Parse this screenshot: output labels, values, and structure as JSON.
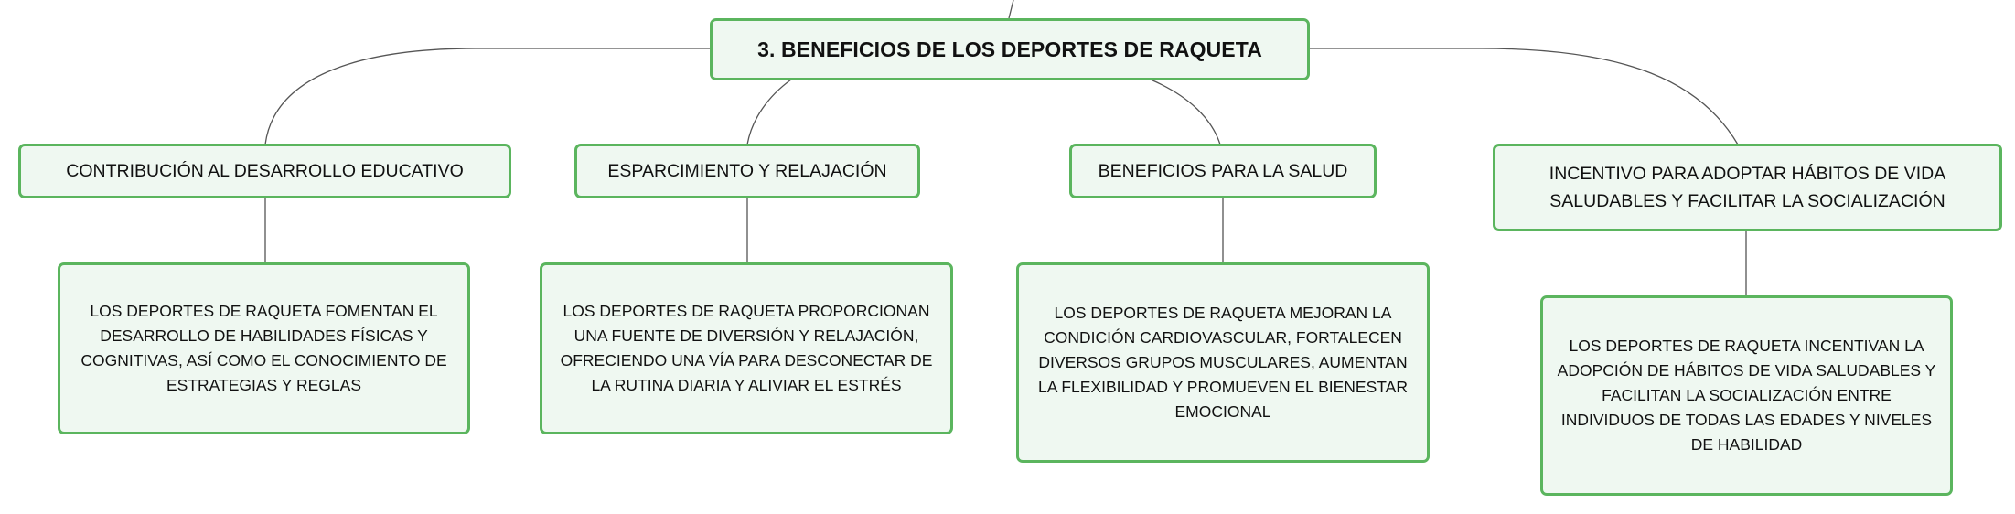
{
  "diagram": {
    "root": {
      "label": "3. BENEFICIOS DE LOS DEPORTES DE RAQUETA"
    },
    "branches": [
      {
        "label": "CONTRIBUCIÓN AL DESARROLLO EDUCATIVO",
        "detail": "LOS DEPORTES DE RAQUETA FOMENTAN EL DESARROLLO DE HABILIDADES FÍSICAS Y COGNITIVAS, ASÍ COMO EL CONOCIMIENTO DE ESTRATEGIAS Y REGLAS"
      },
      {
        "label": "ESPARCIMIENTO Y RELAJACIÓN",
        "detail": "LOS DEPORTES DE RAQUETA PROPORCIONAN UNA FUENTE DE DIVERSIÓN Y RELAJACIÓN, OFRECIENDO UNA VÍA PARA DESCONECTAR DE LA RUTINA DIARIA Y ALIVIAR EL ESTRÉS"
      },
      {
        "label": "BENEFICIOS PARA LA SALUD",
        "detail": "LOS DEPORTES DE RAQUETA MEJORAN LA CONDICIÓN CARDIOVASCULAR, FORTALECEN DIVERSOS GRUPOS MUSCULARES, AUMENTAN LA FLEXIBILIDAD Y PROMUEVEN EL BIENESTAR EMOCIONAL"
      },
      {
        "label": "INCENTIVO PARA ADOPTAR HÁBITOS DE VIDA SALUDABLES Y FACILITAR LA SOCIALIZACIÓN",
        "detail": "LOS DEPORTES DE RAQUETA INCENTIVAN LA ADOPCIÓN DE HÁBITOS DE VIDA SALUDABLES Y FACILITAN LA SOCIALIZACIÓN ENTRE INDIVIDUOS DE TODAS LAS EDADES Y NIVELES DE HABILIDAD"
      }
    ],
    "colors": {
      "border": "#5bb55e",
      "fill": "#eff8f1",
      "connector": "#555555"
    }
  }
}
